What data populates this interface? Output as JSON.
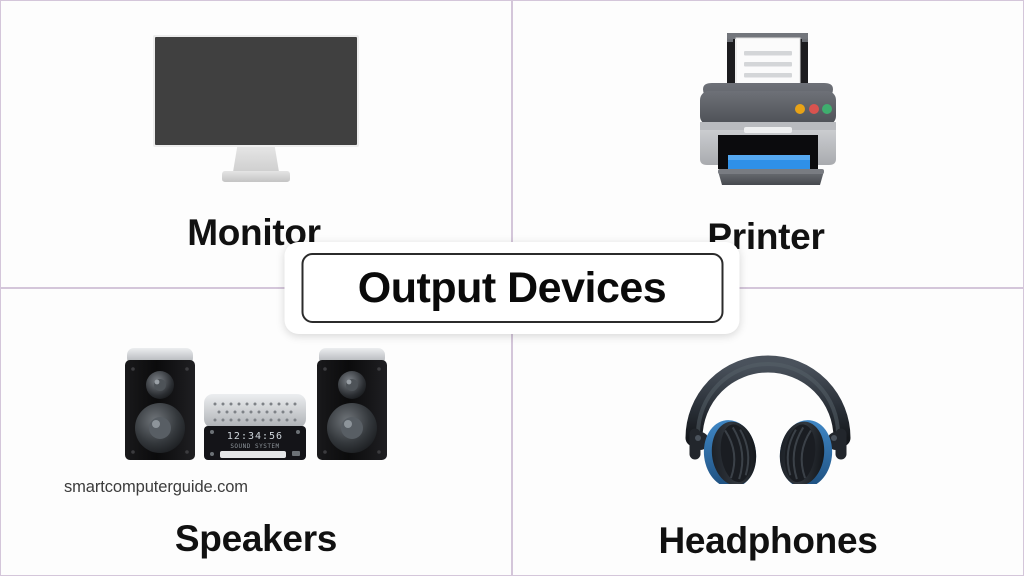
{
  "title": {
    "text": "Output Devices"
  },
  "watermark": {
    "text": "smartcomputerguide.com"
  },
  "colors": {
    "background": "#fdfdfd",
    "grid_line": "#d4c6da",
    "badge_border": "#2b2b2b",
    "label_text": "#111111",
    "monitor_screen": "#404040",
    "monitor_stand": "#d6d6d6",
    "printer_body": "#5d6066",
    "printer_base": "#c3c5c8",
    "printer_paper": "#ffffff",
    "printer_tray_paper": "#2f90e8",
    "printer_led_orange": "#e8a317",
    "printer_led_red": "#d9534f",
    "printer_led_green": "#3fae6e",
    "speaker_body": "#101010",
    "speaker_top": "#c9cbce",
    "amp_body": "#c9cbce",
    "amp_display": "#141418",
    "headphone_body": "#2b3038",
    "headphone_accent": "#2f6fa8"
  },
  "cells": [
    {
      "id": "monitor",
      "label": "Monitor",
      "icon": "monitor-icon",
      "position": "top-left"
    },
    {
      "id": "printer",
      "label": "Printer",
      "icon": "printer-icon",
      "position": "top-right"
    },
    {
      "id": "speakers",
      "label": "Speakers",
      "icon": "speakers-icon",
      "position": "bottom-left"
    },
    {
      "id": "headphones",
      "label": "Headphones",
      "icon": "headphones-icon",
      "position": "bottom-right"
    }
  ]
}
